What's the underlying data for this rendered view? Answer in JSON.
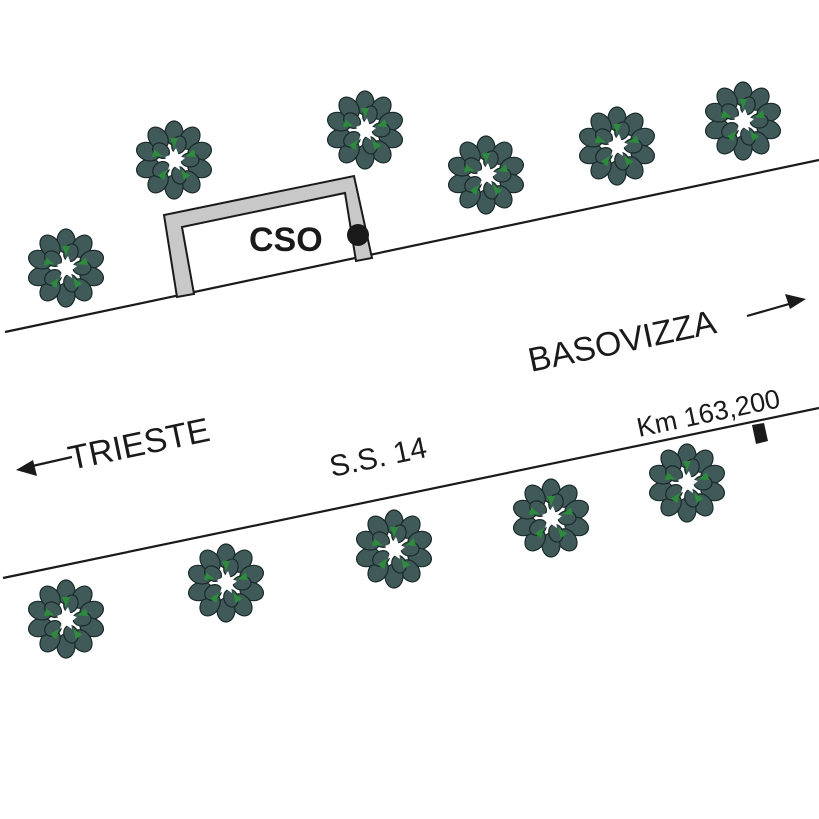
{
  "labels": {
    "station": "CSO",
    "destination_right": "BASOVIZZA",
    "destination_left": "TRIESTE",
    "road_name": "S.S. 14",
    "kilometer": "Km 163,200"
  },
  "colors": {
    "tree_foliage": "#3f5a58",
    "tree_accent": "#2e8b3e",
    "building_wall": "#c8c8c8",
    "lines": "#1a1a1a",
    "background": "#ffffff"
  },
  "icons": {
    "tree": "bush-icon",
    "station": "station-dot-icon",
    "arrow": "arrow-icon",
    "marker": "km-marker-icon"
  }
}
